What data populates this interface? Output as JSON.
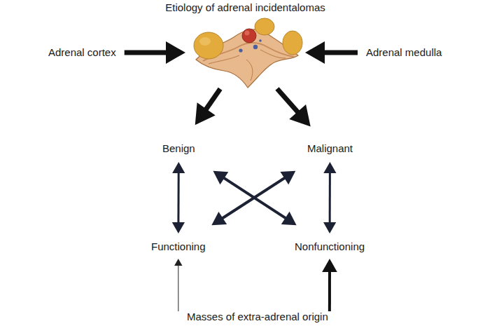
{
  "diagram": {
    "nodes": [
      {
        "text": [
          "Etiology of adrenal incidentalomas"
        ]
      },
      {
        "text": [
          "Adrenal cortex"
        ]
      },
      {
        "text": [
          "Adrenal medulla"
        ]
      },
      {
        "text": [
          "Benign"
        ]
      },
      {
        "text": [
          "Malignant"
        ]
      },
      {
        "text": [
          "Functioning"
        ]
      },
      {
        "text": [
          "Nonfunctioning"
        ]
      },
      {
        "text": [
          "Masses of extra-adrenal origin"
        ]
      }
    ],
    "edges": [
      {
        "from": 1,
        "to": 0,
        "arrow": "to"
      },
      {
        "from": 2,
        "to": 0,
        "arrow": "to"
      },
      {
        "from": 0,
        "to": 3,
        "arrow": "to"
      },
      {
        "from": 0,
        "to": 4,
        "arrow": "to"
      },
      {
        "from": 3,
        "to": 5,
        "arrow": "both"
      },
      {
        "from": 4,
        "to": 6,
        "arrow": "both"
      },
      {
        "from": 3,
        "to": 6,
        "arrow": "both"
      },
      {
        "from": 4,
        "to": 5,
        "arrow": "both"
      },
      {
        "from": 7,
        "to": 5,
        "arrow": "to"
      },
      {
        "from": 7,
        "to": 6,
        "arrow": "to"
      }
    ]
  }
}
